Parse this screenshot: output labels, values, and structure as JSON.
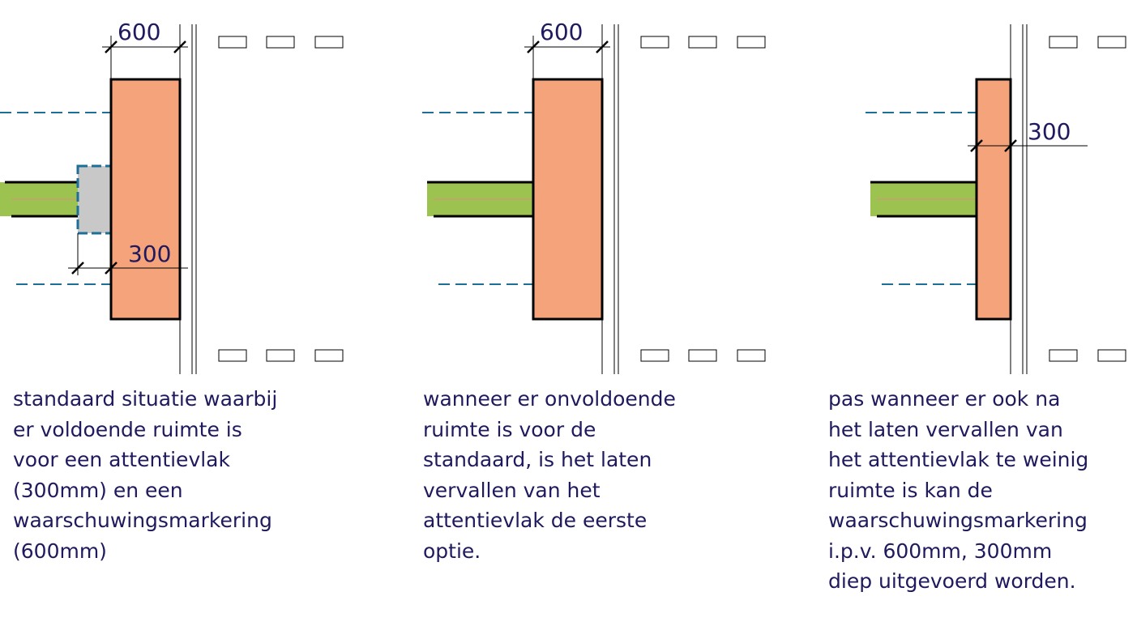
{
  "colors": {
    "wall": "#f5a37a",
    "wall_stroke": "#000000",
    "slab": "#9cc250",
    "attention_area": "#c8c8c8",
    "attention_area_stroke": "#1e6f98",
    "dashed_line": "#1e6f98",
    "text": "#1f1a5e"
  },
  "panels": [
    {
      "dimensions": {
        "top": "600",
        "bottom": "300"
      },
      "caption": "standaard situatie waarbij\ner voldoende ruimte is\nvoor een attentievlak\n(300mm) en een\nwaarschuwingsmarkering\n(600mm)"
    },
    {
      "dimensions": {
        "top": "600"
      },
      "caption": "wanneer er onvoldoende\nruimte is voor de\nstandaard, is het laten\nvervallen van het\nattentievlak de eerste\noptie."
    },
    {
      "dimensions": {
        "top": "300"
      },
      "caption": "pas wanneer er ook na\nhet laten vervallen van\nhet attentievlak te weinig\nruimte is kan de\nwaarschuwingsmarkering\ni.p.v. 600mm, 300mm\ndiep uitgevoerd worden."
    }
  ]
}
